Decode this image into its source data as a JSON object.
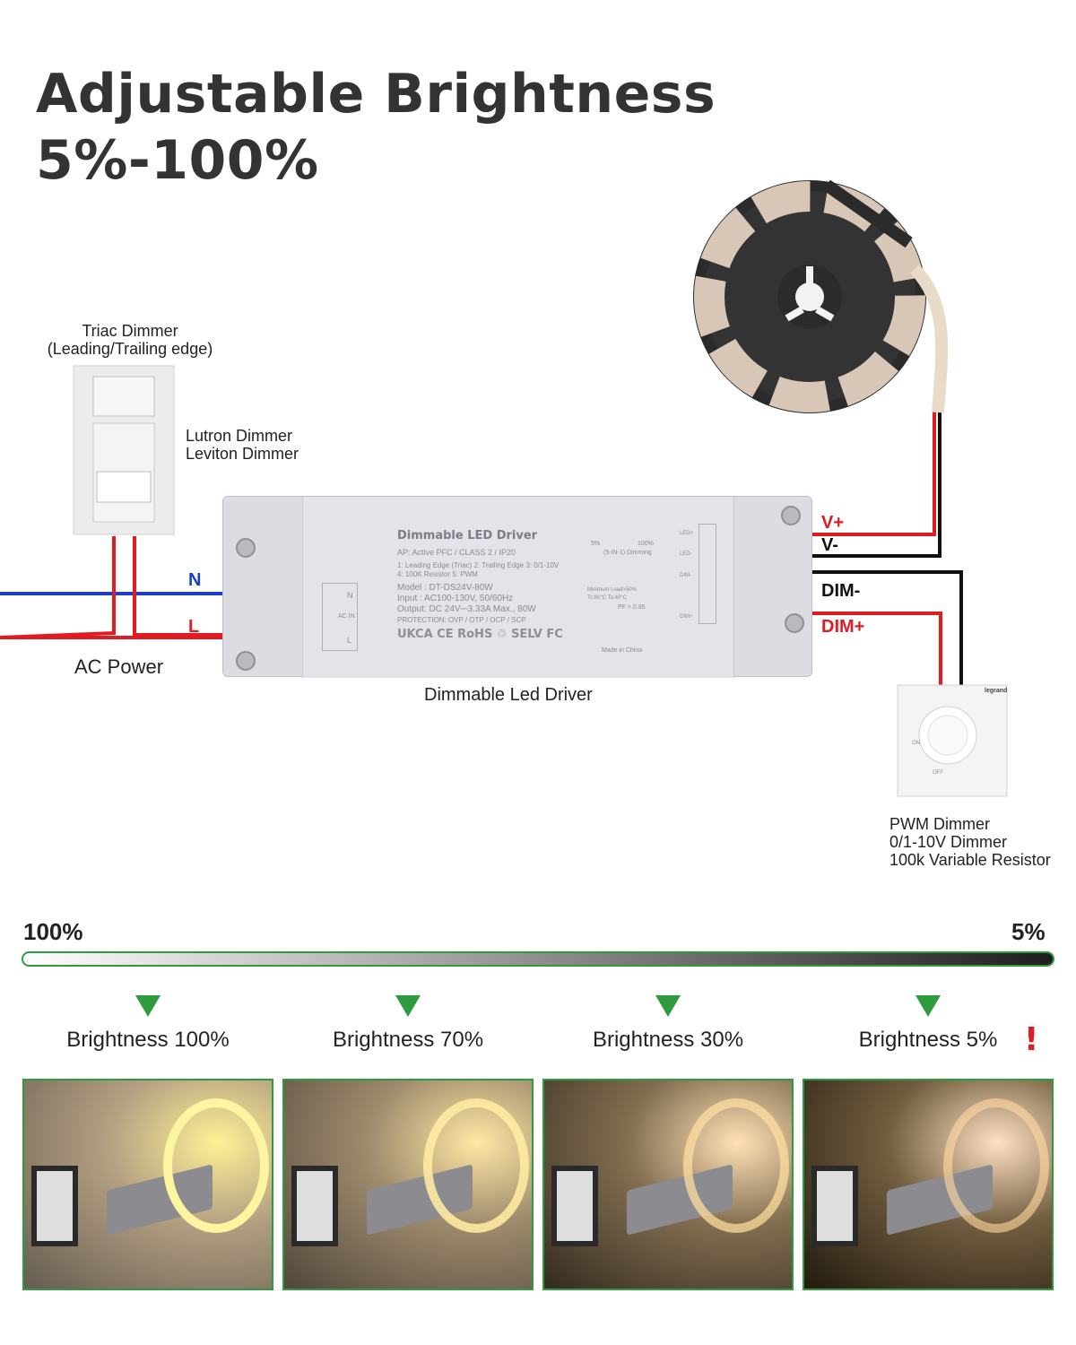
{
  "title": {
    "line1": "Adjustable Brightness",
    "line2": "5%-100%"
  },
  "triac": {
    "line1": "Triac Dimmer",
    "line2": "(Leading/Trailing edge)",
    "brand1": "Lutron  Dimmer",
    "brand2": "Leviton Dimmer"
  },
  "ac": {
    "n": "N",
    "l": "L",
    "label": "AC Power"
  },
  "driver": {
    "caption": "Dimmable Led Driver",
    "name": "Dimmable LED Driver",
    "spec1": "AP: Active PFC / CLASS 2 / IP20",
    "modes1": "1: Leading Edge (Triac)  2: Trailing Edge  3: 0/1-10V",
    "modes2": "4: 100K Resistor  5: PWM",
    "model": "Model : DT-DS24V-80W",
    "input": "Input  : AC100-130V, 50/60Hz",
    "output": "Output: DC 24V⎓3.33A Max., 80W",
    "protection": "PROTECTION: OVP / OTP / OCP / SCP",
    "certs": "UKCA  CE  RoHS  ♲  SELV  FC",
    "made": "Made in China",
    "dim_scale_low": "5%",
    "dim_scale_high": "100%",
    "dim_mode": "(5-IN-1) Dimming",
    "min_load": "Minimum Load>50%",
    "temp": "Tc:80°C Ta:40°C",
    "pf": "PF > 0.95",
    "ac_n": "N",
    "ac_in": "AC IN",
    "ac_l": "L",
    "term_led_pos": "LED+",
    "term_led_neg": "LED-",
    "term_dim_neg": "DIM-",
    "term_dim_pos": "DIM+"
  },
  "outputs": {
    "vpos": "V+",
    "vneg": "V-",
    "dimneg": "DIM-",
    "dimpos": "DIM+"
  },
  "pwm": {
    "line1": "PWM Dimmer",
    "line2": "0/1-10V Dimmer",
    "line3": "100k Variable Resistor",
    "brand": "legrand",
    "on": "ON",
    "off": "OFF"
  },
  "scale": {
    "left": "100%",
    "right": "5%"
  },
  "levels": [
    {
      "label": "Brightness 100%",
      "value": 100
    },
    {
      "label": "Brightness 70%",
      "value": 70
    },
    {
      "label": "Brightness 30%",
      "value": 30
    },
    {
      "label": "Brightness 5%",
      "value": 5
    }
  ],
  "warning_mark": "!",
  "colors": {
    "accent_green": "#2e9b3e",
    "wire_red": "#e01b22",
    "wire_blue": "#1a3ccf",
    "wire_black": "#111111"
  }
}
